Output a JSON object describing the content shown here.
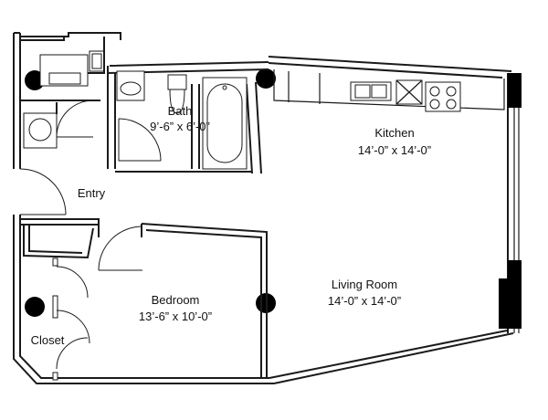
{
  "rooms": {
    "bath": {
      "name": "Bath",
      "dims": "9’-6” x 6’-0”"
    },
    "kitchen": {
      "name": "Kitchen",
      "dims": "14’-0” x 14’-0”"
    },
    "entry": {
      "name": "Entry"
    },
    "bedroom": {
      "name": "Bedroom",
      "dims": "13’-6” x 10’-0”"
    },
    "living": {
      "name": "Living Room",
      "dims": "14’-0” x 14’-0”"
    },
    "closet": {
      "name": "Closet"
    }
  },
  "colors": {
    "wall": "#1a1a1a",
    "column": "#000000",
    "background": "#ffffff"
  }
}
